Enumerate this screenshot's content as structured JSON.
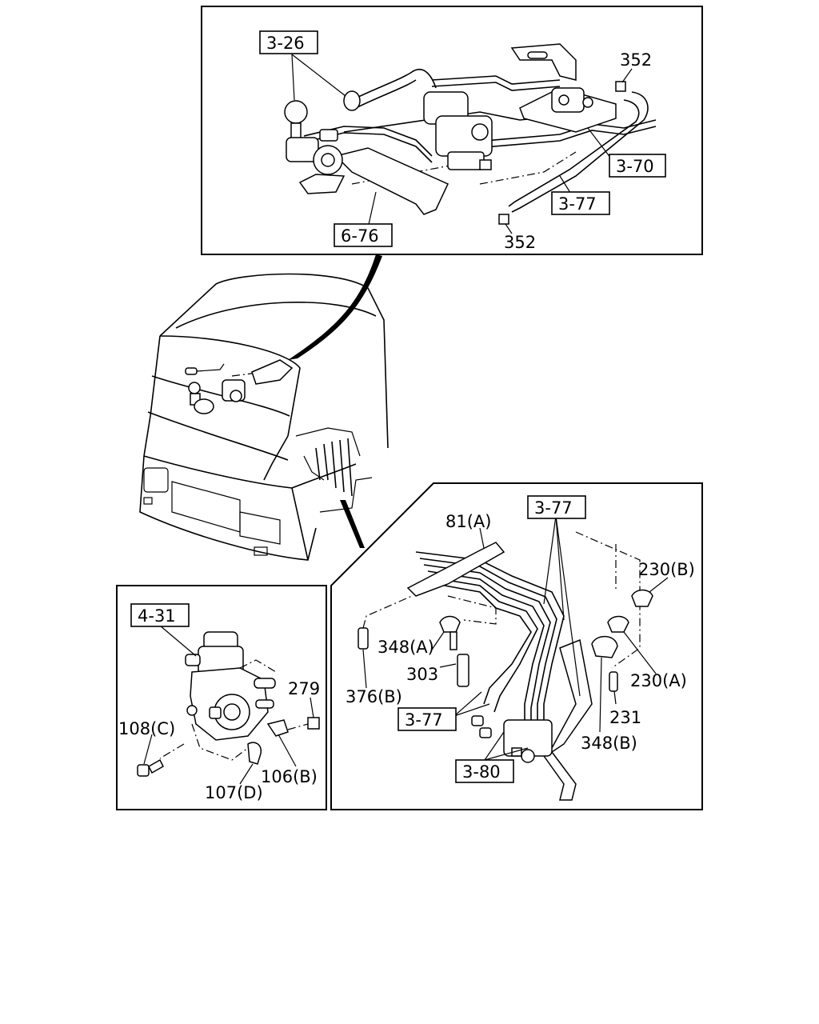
{
  "top_panel": {
    "ref_3_26": "3-26",
    "ref_352_top": "352",
    "ref_3_70": "3-70",
    "ref_3_77": "3-77",
    "ref_6_76": "6-76",
    "ref_352_bottom": "352"
  },
  "pump_panel": {
    "ref_4_31": "4-31",
    "ref_279": "279",
    "ref_108c": "108(C)",
    "ref_107d": "107(D)",
    "ref_106b": "106(B)"
  },
  "pipes_panel": {
    "ref_3_77_top": "3-77",
    "ref_81a": "81(A)",
    "ref_230b": "230(B)",
    "ref_348a": "348(A)",
    "ref_303": "303",
    "ref_230a": "230(A)",
    "ref_376b": "376(B)",
    "ref_231": "231",
    "ref_3_77_bottom": "3-77",
    "ref_348b": "348(B)",
    "ref_3_80": "3-80"
  }
}
